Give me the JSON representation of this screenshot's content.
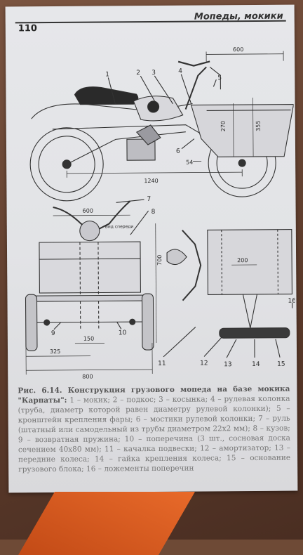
{
  "header": {
    "page_number": "110",
    "running_head": "Мопеды, мокики"
  },
  "drawing": {
    "dimensions": {
      "top_width": "600",
      "h270": "270",
      "h355": "355",
      "wheelbase": "1240",
      "d54": "54",
      "handlebar_width": "600",
      "height_700": "700",
      "w150": "150",
      "w325": "325",
      "w800": "800",
      "w200": "200"
    },
    "view_label": "Вид спереди",
    "callouts": [
      "1",
      "2",
      "3",
      "4",
      "5",
      "6",
      "7",
      "8",
      "9",
      "10",
      "11",
      "12",
      "13",
      "14",
      "15",
      "16"
    ]
  },
  "caption": {
    "title": "Рис. 6.14. Конструкция грузового мопеда на базе мокика \"Карпаты\":",
    "body": "1 – мокик; 2 – подкос; 3 – косынка; 4 – рулевая колонка (труба, диаметр которой равен диаметру рулевой колонки); 5 – кронштейн крепления фары; 6 – мостики рулевой колонки; 7 – руль (штатный или самодельный из трубы диаметром 22х2 мм); 8 – кузов; 9 – возвратная пружина; 10 – поперечина (3 шт., сосновая доска сечением 40х80 мм); 11 – качалка подвески; 12 – амортизатор; 13 – передние колеса; 14 – гайка крепления колеса; 15 – основание грузового блока; 16 – ложементы поперечин"
  }
}
